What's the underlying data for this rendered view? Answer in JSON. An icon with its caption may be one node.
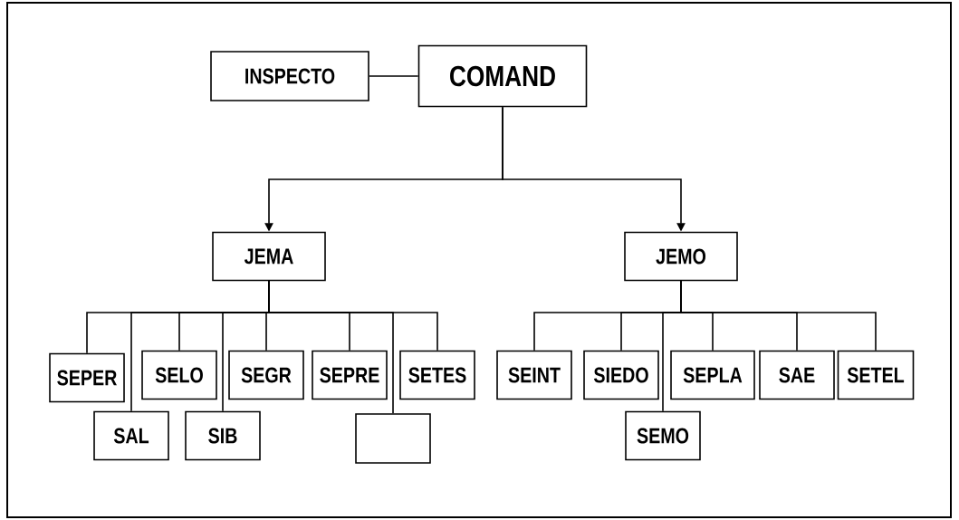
{
  "diagram": {
    "nodes": [
      {
        "text": [
          "INSPECTO"
        ]
      },
      {
        "text": [
          "COMAND"
        ]
      },
      {
        "text": [
          "JEMA"
        ]
      },
      {
        "text": [
          "JEMO"
        ]
      },
      {
        "text": [
          "SEPER"
        ]
      },
      {
        "text": [
          "SAL"
        ]
      },
      {
        "text": [
          "SELO"
        ]
      },
      {
        "text": [
          "SIB"
        ]
      },
      {
        "text": [
          "SEGR"
        ]
      },
      {
        "text": [
          "SEPRE"
        ]
      },
      {
        "text": [],
        "shape": "box"
      },
      {
        "text": [
          "SETES"
        ]
      },
      {
        "text": [
          "SEINT"
        ]
      },
      {
        "text": [
          "SIEDO"
        ]
      },
      {
        "text": [
          "SEMO"
        ]
      },
      {
        "text": [
          "SEPLA"
        ]
      },
      {
        "text": [
          "SAE"
        ]
      },
      {
        "text": [
          "SETEL"
        ]
      }
    ],
    "edges": [
      {
        "from": 0,
        "to": 1,
        "arrow": "none"
      },
      {
        "from": 1,
        "to": 2,
        "arrow": "to"
      },
      {
        "from": 1,
        "to": 3,
        "arrow": "to"
      },
      {
        "from": 2,
        "to": 4,
        "arrow": "none"
      },
      {
        "from": 2,
        "to": 5,
        "arrow": "none"
      },
      {
        "from": 2,
        "to": 6,
        "arrow": "none"
      },
      {
        "from": 2,
        "to": 7,
        "arrow": "none"
      },
      {
        "from": 2,
        "to": 8,
        "arrow": "none"
      },
      {
        "from": 2,
        "to": 9,
        "arrow": "none"
      },
      {
        "from": 2,
        "to": 10,
        "arrow": "none"
      },
      {
        "from": 2,
        "to": 11,
        "arrow": "none"
      },
      {
        "from": 3,
        "to": 12,
        "arrow": "none"
      },
      {
        "from": 3,
        "to": 13,
        "arrow": "none"
      },
      {
        "from": 3,
        "to": 14,
        "arrow": "none"
      },
      {
        "from": 3,
        "to": 15,
        "arrow": "none"
      },
      {
        "from": 3,
        "to": 16,
        "arrow": "none"
      },
      {
        "from": 3,
        "to": 17,
        "arrow": "none"
      }
    ]
  }
}
